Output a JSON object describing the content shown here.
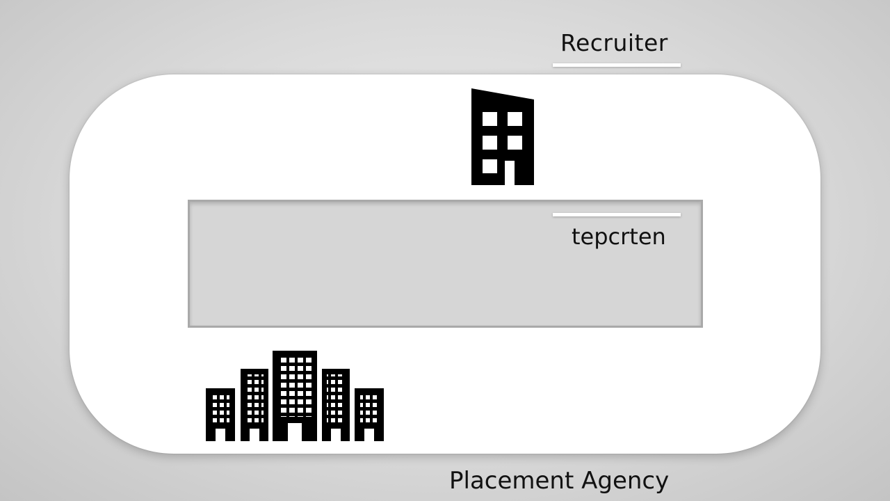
{
  "labels": {
    "recruiter": "Recruiter",
    "inner_text": "tepcrten",
    "placement_agency": "Placement Agency"
  },
  "icons": {
    "single_building": "office-building-icon",
    "building_cluster": "city-buildings-icon"
  },
  "colors": {
    "background": "#d9d9d9",
    "capsule": "#ffffff",
    "slot": "#d6d6d6",
    "icon": "#000000",
    "text": "#111111"
  }
}
